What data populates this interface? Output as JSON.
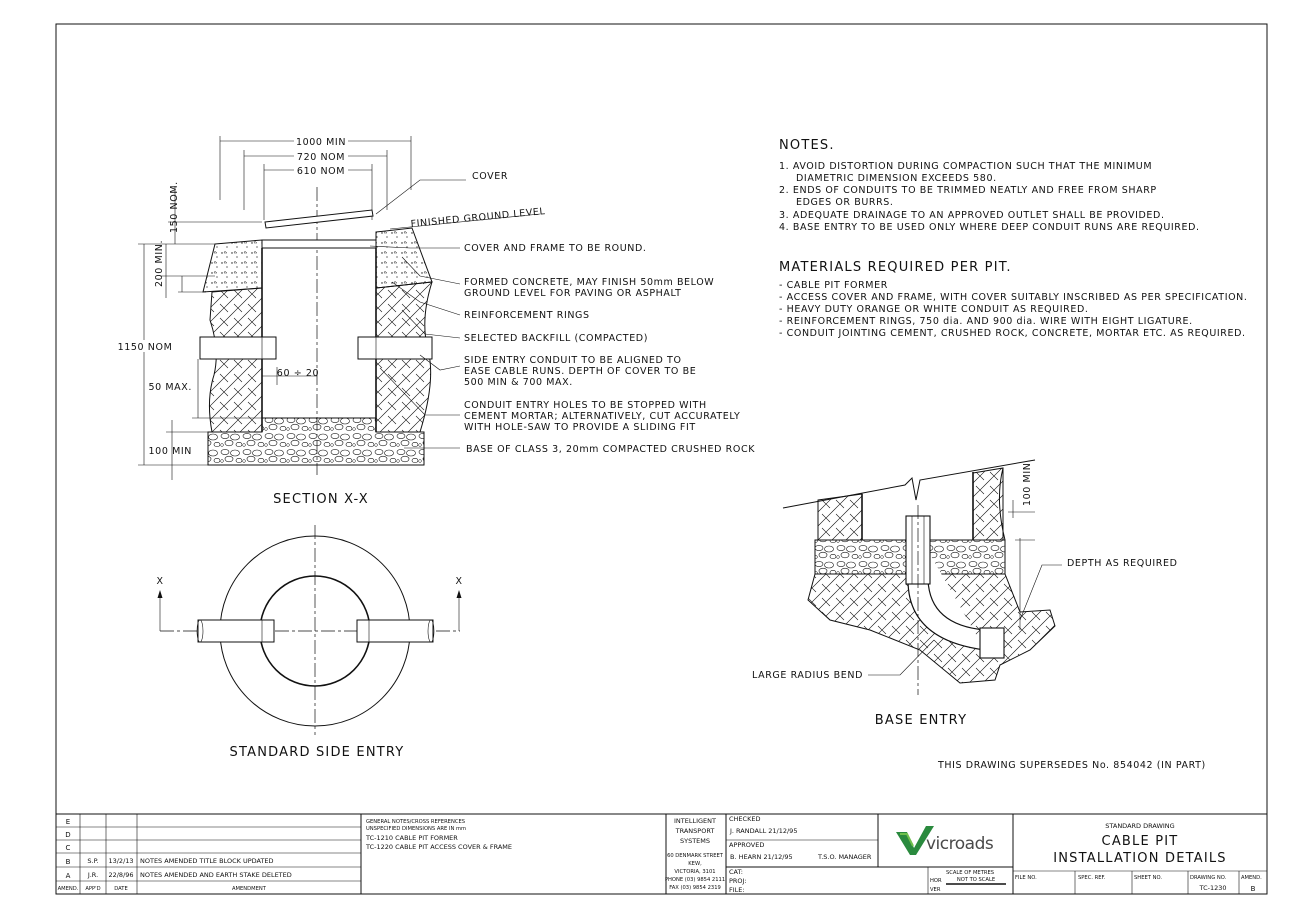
{
  "notes": {
    "heading": "NOTES.",
    "items": [
      "1. AVOID DISTORTION DURING COMPACTION SUCH THAT THE MINIMUM",
      "DIAMETRIC DIMENSION EXCEEDS 580.",
      "2. ENDS OF CONDUITS TO BE TRIMMED NEATLY AND FREE FROM SHARP",
      "EDGES OR BURRS.",
      "3. ADEQUATE DRAINAGE TO AN APPROVED OUTLET SHALL BE PROVIDED.",
      "4. BASE ENTRY TO BE USED ONLY WHERE DEEP CONDUIT RUNS ARE REQUIRED."
    ]
  },
  "materials": {
    "heading": "MATERIALS REQUIRED PER PIT.",
    "items": [
      "- CABLE PIT FORMER",
      "- ACCESS COVER AND FRAME, WITH COVER SUITABLY INSCRIBED AS PER SPECIFICATION.",
      "- HEAVY DUTY ORANGE OR WHITE CONDUIT AS REQUIRED.",
      "- REINFORCEMENT RINGS, 750 dia. AND 900 dia. WIRE WITH EIGHT LIGATURE.",
      "- CONDUIT JOINTING CEMENT, CRUSHED ROCK, CONCRETE, MORTAR ETC. AS REQUIRED."
    ]
  },
  "section": {
    "title": "SECTION X-X",
    "dims": {
      "d1000": "1000 MIN",
      "d720": "720 NOM",
      "d610": "610 NOM",
      "d150": "150 NOM.",
      "d200": "200 MIN.",
      "d1150": "1150 NOM",
      "d50": "50 MAX.",
      "d100": "100 MIN",
      "d60": "60 ÷ 20"
    },
    "labels": {
      "cover": "COVER",
      "fgl": "FINISHED GROUND LEVEL",
      "frame": "COVER AND FRAME TO BE ROUND.",
      "concrete1": "FORMED CONCRETE, MAY FINISH 50mm BELOW",
      "concrete2": "GROUND LEVEL FOR PAVING OR ASPHALT",
      "rings": "REINFORCEMENT RINGS",
      "backfill": "SELECTED BACKFILL (COMPACTED)",
      "side1": "SIDE ENTRY CONDUIT TO BE ALIGNED TO",
      "side2": "EASE CABLE RUNS. DEPTH OF COVER TO BE",
      "side3": "500 MIN & 700 MAX.",
      "holes1": "CONDUIT ENTRY HOLES TO BE STOPPED WITH",
      "holes2": "CEMENT MORTAR; ALTERNATIVELY, CUT ACCURATELY",
      "holes3": "WITH HOLE-SAW TO PROVIDE A SLIDING FIT",
      "base": "BASE OF CLASS 3, 20mm COMPACTED CRUSHED ROCK"
    }
  },
  "side_entry": {
    "title": "STANDARD SIDE ENTRY",
    "x": "X"
  },
  "base_entry": {
    "title": "BASE ENTRY",
    "depth": "DEPTH AS REQUIRED",
    "bend": "LARGE RADIUS BEND",
    "min100": "100 MIN."
  },
  "supersedes": "THIS DRAWING SUPERSEDES No. 854042 (IN PART)",
  "title_block": {
    "amend_rows": [
      {
        "letter": "E",
        "by": "",
        "date": "",
        "text": ""
      },
      {
        "letter": "D",
        "by": "",
        "date": "",
        "text": ""
      },
      {
        "letter": "C",
        "by": "",
        "date": "",
        "text": ""
      },
      {
        "letter": "B",
        "by": "S.P.",
        "date": "13/2/13",
        "text": "NOTES AMENDED TITLE BLOCK UPDATED"
      },
      {
        "letter": "A",
        "by": "J.R.",
        "date": "22/8/96",
        "text": "NOTES AMENDED AND EARTH STAKE DELETED"
      }
    ],
    "amend_headers": {
      "amend": "AMEND.",
      "appd": "APP'D",
      "date": "DATE",
      "amendment": "AMENDMENT"
    },
    "general_notes_1": "GENERAL NOTES/CROSS REFERENCES",
    "general_notes_2": "UNSPECIFIED DIMENSIONS ARE IN mm",
    "ref1": "TC-1210 CABLE PIT FORMER",
    "ref2": "TC-1220 CABLE PIT ACCESS COVER & FRAME",
    "org1": "INTELLIGENT",
    "org2": "TRANSPORT",
    "org3": "SYSTEMS",
    "addr1": "60 DENMARK STREET",
    "addr2": "KEW,",
    "addr3": "VICTORIA, 3101",
    "phone": "PHONE (03) 9854 2111",
    "fax": "FAX (03) 9854 2319",
    "checked_label": "CHECKED",
    "checked": "J. RANDALL 21/12/95",
    "approved_label": "APPROVED",
    "approved": "B. HEARN 21/12/95",
    "approved_role": "T.S.O. MANAGER",
    "logo": "vicroads",
    "cat": "CAT:",
    "proj": "PROJ:",
    "file": "FILE:",
    "scale_label": "SCALE OF METRES",
    "hor": "HOR",
    "ver": "VER",
    "scale": "NOT TO SCALE",
    "std": "STANDARD DRAWING",
    "title1": "CABLE PIT",
    "title2": "INSTALLATION DETAILS",
    "file_no": "FILE NO.",
    "spec_ref": "SPEC. REF.",
    "sheet_no": "SHEET NO.",
    "drawing_no_label": "DRAWING NO.",
    "drawing_no": "TC-1230",
    "amend_label": "AMEND.",
    "amend": "B"
  }
}
